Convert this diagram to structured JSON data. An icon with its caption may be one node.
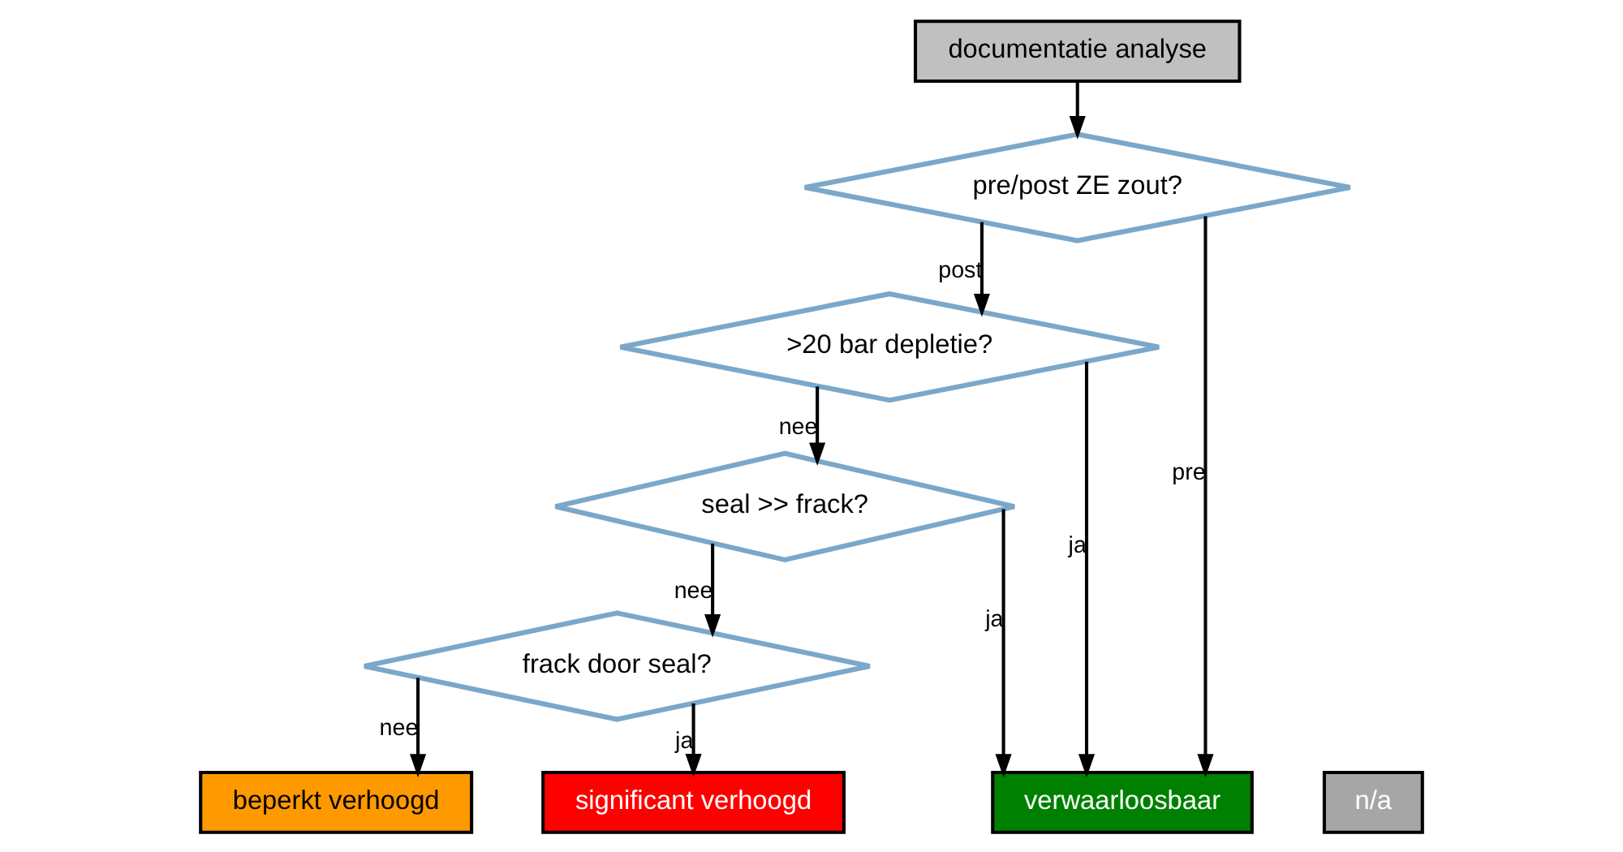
{
  "diagram": {
    "nodes": [
      {
        "text": [
          "documentatie analyse"
        ]
      },
      {
        "text": [
          "pre/post ZE zout?"
        ]
      },
      {
        "text": [
          ">20 bar depletie?"
        ]
      },
      {
        "text": [
          "seal >> frack?"
        ]
      },
      {
        "text": [
          "frack door seal?"
        ]
      },
      {
        "text": [
          "n/a"
        ]
      },
      {
        "text": [
          "verwaarloosbaar"
        ]
      },
      {
        "text": [
          "beperkt verhoogd"
        ]
      },
      {
        "text": [
          "significant verhoogd"
        ]
      }
    ],
    "edges": [
      {
        "from": 0,
        "to": 1,
        "arrow": "to"
      },
      {
        "from": 1,
        "to": 2,
        "arrow": "to",
        "label": "post"
      },
      {
        "from": 1,
        "to": 6,
        "arrow": "to",
        "label": "pre"
      },
      {
        "from": 2,
        "to": 6,
        "arrow": "to",
        "label": "ja"
      },
      {
        "from": 2,
        "to": 3,
        "arrow": "to",
        "label": "nee"
      },
      {
        "from": 3,
        "to": 6,
        "arrow": "to",
        "label": "ja"
      },
      {
        "from": 3,
        "to": 4,
        "arrow": "to",
        "label": "nee"
      },
      {
        "from": 4,
        "to": 7,
        "arrow": "to",
        "label": "nee"
      },
      {
        "from": 4,
        "to": 8,
        "arrow": "to",
        "label": "ja"
      }
    ]
  }
}
